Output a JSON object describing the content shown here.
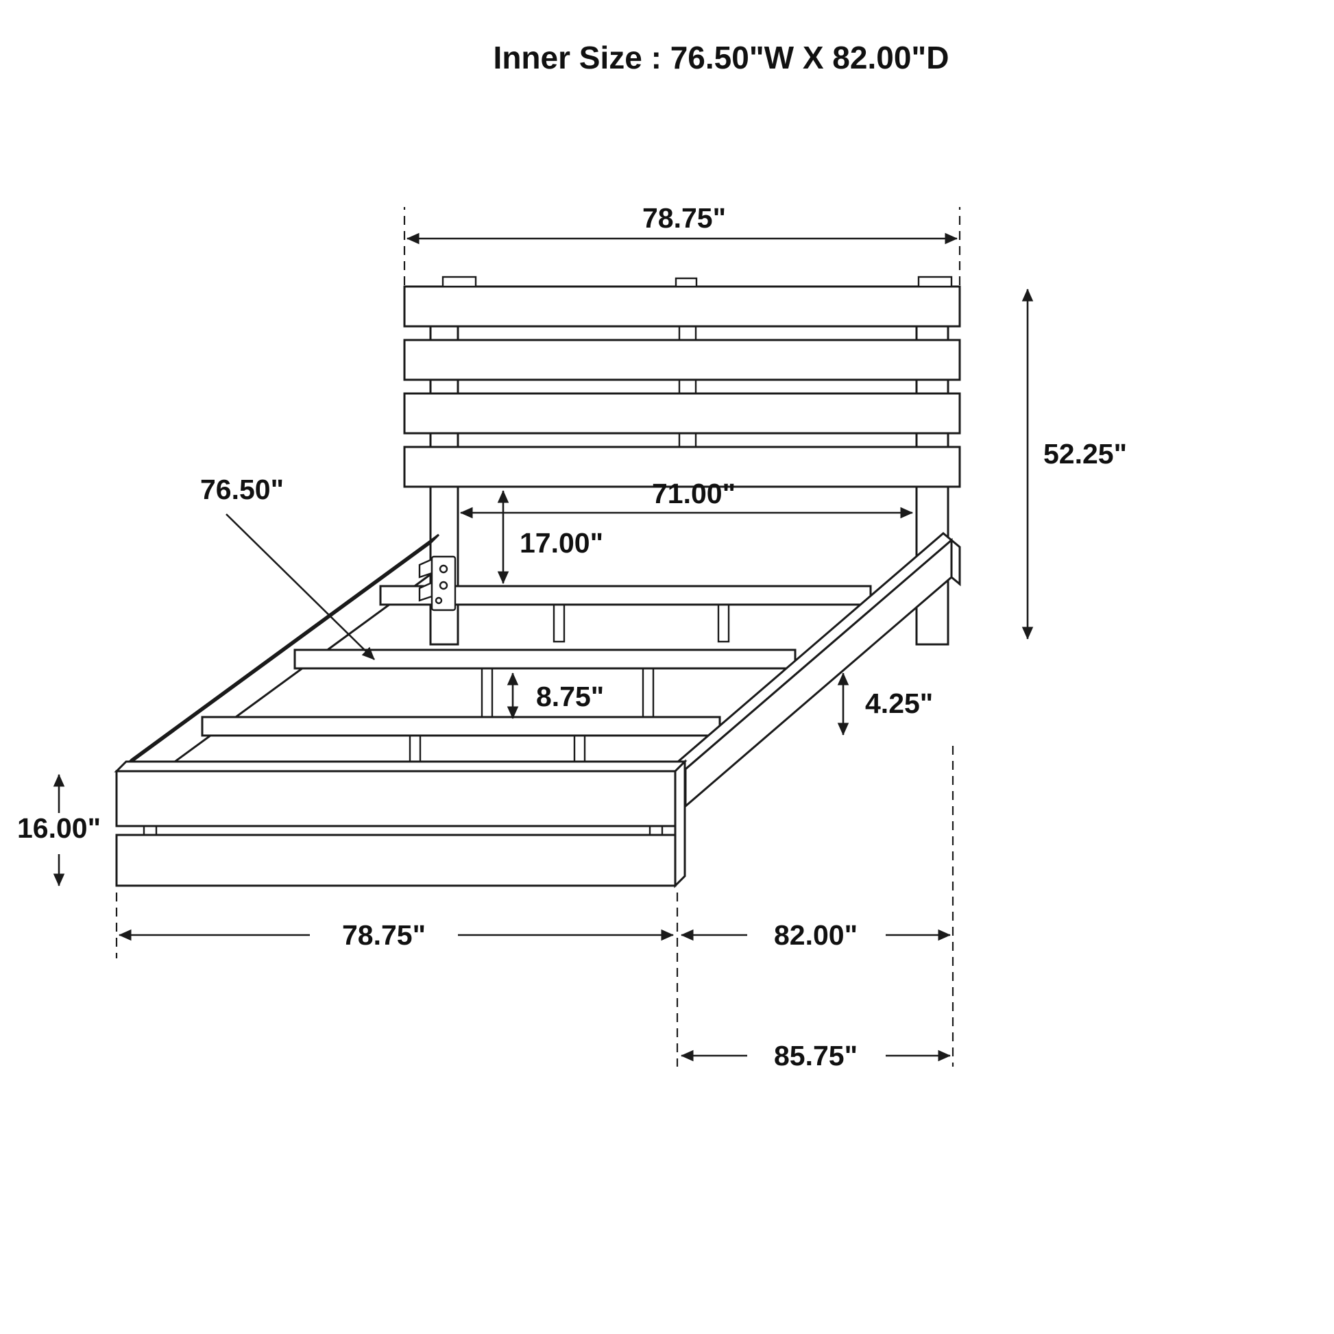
{
  "title": "Inner Size : 76.50\"W X 82.00\"D",
  "dimensions": {
    "headboard_width": "78.75\"",
    "headboard_height": "52.25\"",
    "inner_width": "71.00\"",
    "headboard_to_slat": "17.00\"",
    "slat_length": "76.50\"",
    "slat_leg_height": "8.75\"",
    "rail_clearance": "4.25\"",
    "footboard_height": "16.00\"",
    "footboard_width": "78.75\"",
    "inner_depth": "82.00\"",
    "overall_depth": "85.75\""
  },
  "colors": {
    "line": "#1a1a1a",
    "background": "#ffffff"
  }
}
